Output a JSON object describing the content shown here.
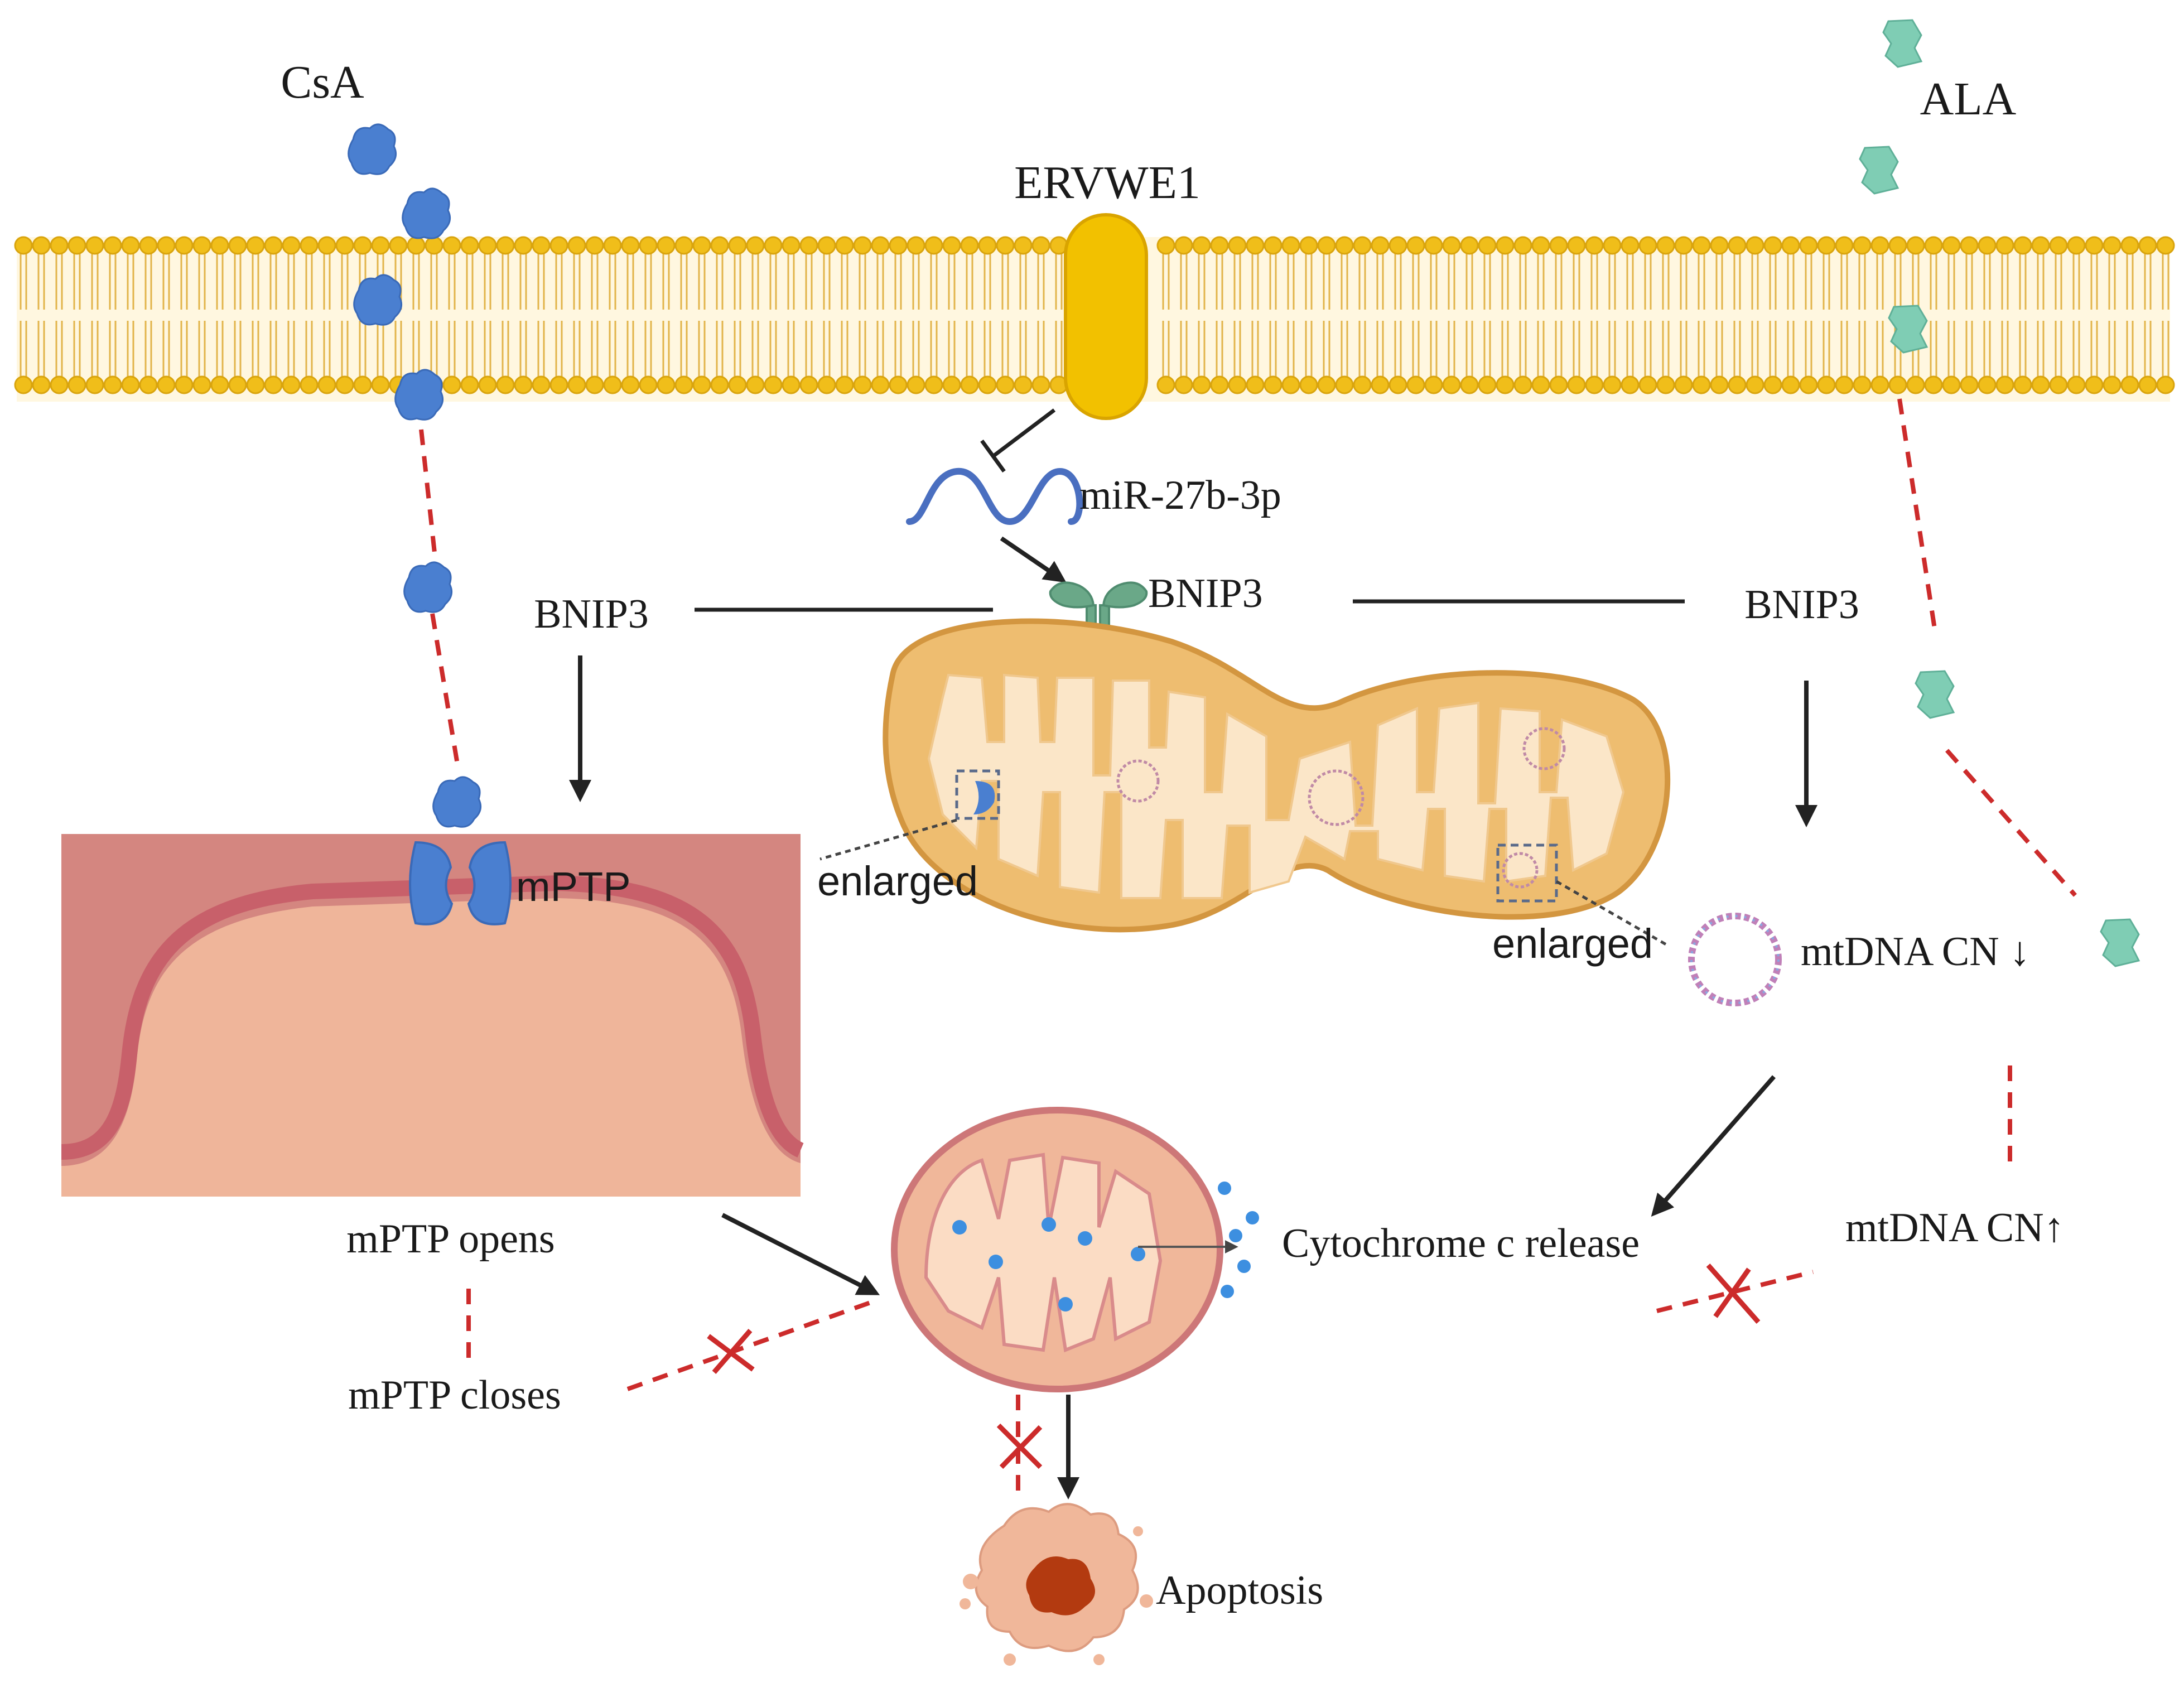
{
  "labels": {
    "csa": "CsA",
    "ala": "ALA",
    "ervwe1": "ERVWE1",
    "mir": "miR-27b-3p",
    "bnip3_center": "BNIP3",
    "bnip3_left": "BNIP3",
    "bnip3_right": "BNIP3",
    "mptp": "mPTP",
    "enlarged_left": "enlarged",
    "enlarged_right": "enlarged",
    "mtdna_down": "mtDNA CN ↓",
    "mtdna_up": "mtDNA CN↑",
    "mptp_opens": "mPTP opens",
    "mptp_closes": "mPTP closes",
    "cyto_release": "Cytochrome c release",
    "apoptosis": "Apoptosis"
  },
  "colors": {
    "membrane": "#f0be1a",
    "membrane_dark": "#d9a40e",
    "ervwe1_receptor": "#f2c100",
    "csa": "#4a7fd0",
    "ala": "#7fcdb4",
    "bnip3_receptor": "#6aa888",
    "mito_outer": "#e9b86a",
    "mito_inner": "#fbe6c8",
    "mptp_panel_bg": "#d48680",
    "mptp_panel_inner": "#efb59a",
    "mptp_membrane": "#c8606a",
    "inhibit_dash": "#cc2b2b",
    "arrow": "#222222",
    "apoptosis_cell": "#f0b79a",
    "apoptosis_nucleus": "#b33a10",
    "cyto_dot": "#3d8fe0"
  }
}
